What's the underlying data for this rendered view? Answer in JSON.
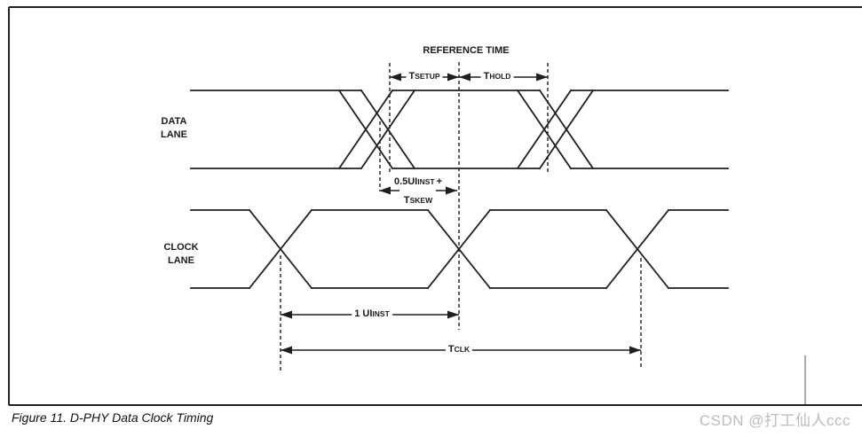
{
  "figure": {
    "caption": "Figure 11. D-PHY Data Clock Timing",
    "watermark": "CSDN @打工仙人ccc"
  },
  "diagram": {
    "reference_time_label": "REFERENCE TIME",
    "lanes": {
      "data": {
        "line1": "DATA",
        "line2": "LANE"
      },
      "clock": {
        "line1": "CLOCK",
        "line2": "LANE"
      }
    },
    "timing_labels": {
      "t_setup": {
        "main": "T",
        "sub": "SETUP"
      },
      "t_hold": {
        "main": "T",
        "sub": "HOLD"
      },
      "skew_line1": {
        "pre": "0.5UI",
        "sub": "INST",
        "post": "+"
      },
      "t_skew": {
        "main": "T",
        "sub": "SKEW"
      },
      "ui_inst": {
        "pre": "1 UI",
        "sub": "INST"
      },
      "t_clk": {
        "main": "T",
        "sub": "CLK"
      }
    }
  }
}
